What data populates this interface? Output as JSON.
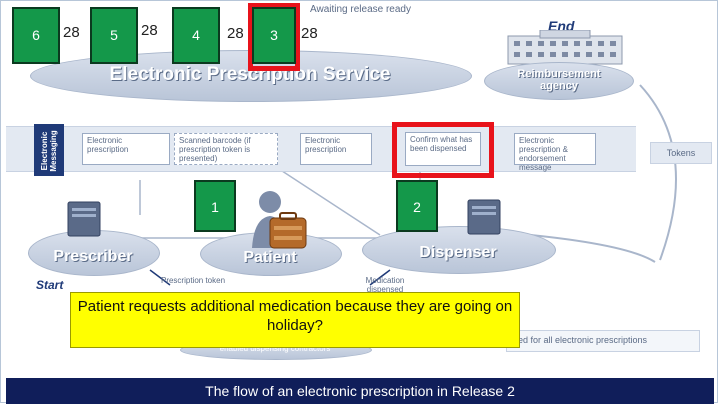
{
  "header_note": "Awaiting release ready",
  "end_label": "End",
  "start_label": "Start",
  "eps_title": "Electronic Prescription Service",
  "reimbursement": "Reimbursement agency",
  "side_label": "Electronic Messaging",
  "tokens_label": "Tokens",
  "messages": [
    "Electronic prescription",
    "Scanned barcode (if prescription token is presented)",
    "Electronic prescription",
    "Confirm what has been dispensed",
    "Electronic prescription & endorsement message"
  ],
  "nodes": {
    "prescriber": "Prescriber",
    "patient": "Patient",
    "dispenser": "Dispenser"
  },
  "flow_labels": {
    "prescription_token": "Prescription token",
    "medication_dispensed": "Medication dispensed"
  },
  "bottom_partial_1": "ed for all electronic prescriptions",
  "bottom_partial_2": "enabled dispensing contractors",
  "steps": [
    {
      "number": "6",
      "count": "28"
    },
    {
      "number": "5",
      "count": "28"
    },
    {
      "number": "4",
      "count": "28"
    },
    {
      "number": "3",
      "count": "28"
    }
  ],
  "markers": [
    "1",
    "2"
  ],
  "callout": "Patient requests additional medication because they are going on holiday?",
  "footer": "The flow of an electronic prescription in Release 2",
  "colors": {
    "green": "#14984a",
    "red": "#e8131b",
    "callout": "#ffff00",
    "footer": "#101e5a"
  }
}
